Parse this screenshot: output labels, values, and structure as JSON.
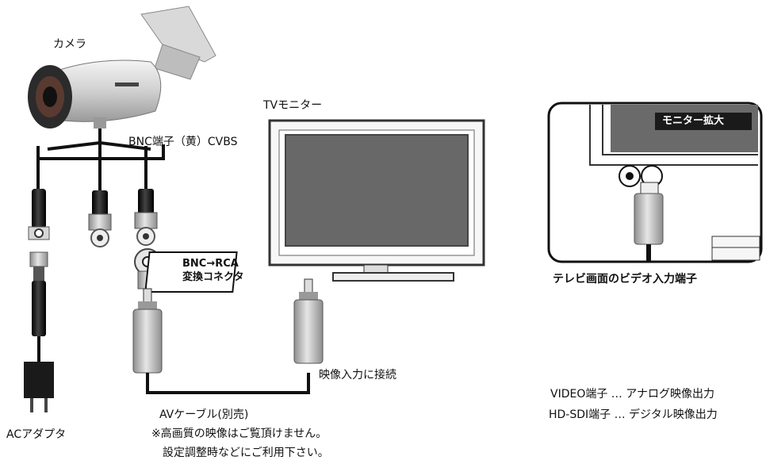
{
  "labels": {
    "camera": "カメラ",
    "bnc_terminal": "BNC端子（黄）CVBS",
    "tv_monitor": "TVモニター",
    "monitor_zoom_badge": "モニター拡大",
    "converter_line1": "BNC→RCA",
    "converter_line2": "変換コネクタ",
    "tv_input_terminal": "テレビ画面のビデオ入力端子",
    "connect_to_video_input": "映像入力に接続",
    "ac_adapter": "ACアダプタ",
    "av_cable": "AVケーブル(別売)",
    "note_line1": "※高画質の映像はご覧頂けません。",
    "note_line2": "設定調整時などにご利用下さい。",
    "video_terminal_desc": "VIDEO端子 … アナログ映像出力",
    "hdsdi_terminal_desc": "HD-SDI端子 … デジタル映像出力"
  },
  "colors": {
    "line": "#111111",
    "plug_gray": "#bdbdbd",
    "plug_dark": "#1a1a1a",
    "screen": "#666666",
    "badge_bg": "#1a1a1a",
    "badge_text": "#ffffff"
  }
}
